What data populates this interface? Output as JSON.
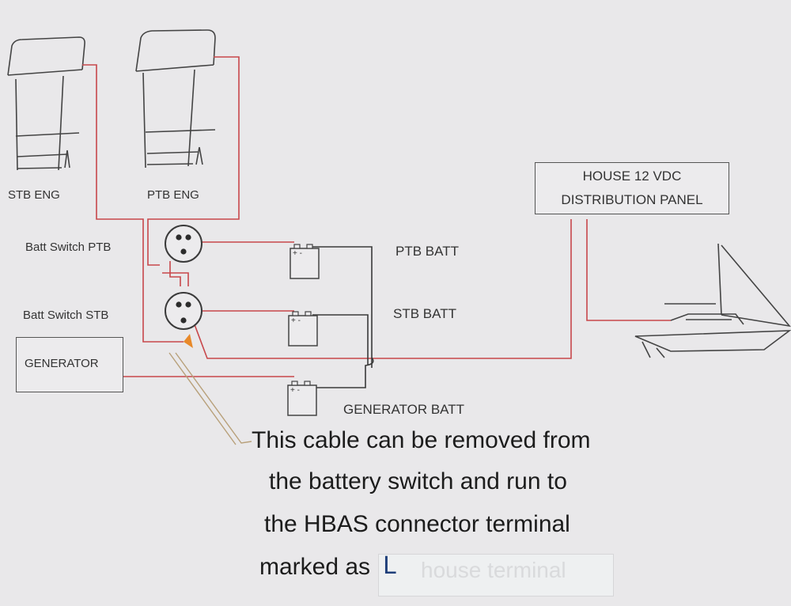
{
  "labels": {
    "stb_eng": "STB ENG",
    "ptb_eng": "PTB ENG",
    "batt_switch_ptb": "Batt Switch PTB",
    "batt_switch_stb": "Batt Switch STB",
    "generator": "GENERATOR",
    "ptb_batt": "PTB BATT",
    "stb_batt": "STB BATT",
    "generator_batt": "GENERATOR BATT",
    "house_panel_line1": "HOUSE 12 VDC",
    "house_panel_line2": "DISTRIBUTION PANEL",
    "battery_terminals": "+ -"
  },
  "caption": {
    "line1": "This cable can be removed from",
    "line2": "the battery switch and run to",
    "line3": "the HBAS connector terminal",
    "line4": "marked as",
    "handwritten": "L",
    "covered_text": "house terminal"
  },
  "colors": {
    "cable_red": "#c8474b",
    "wire_black": "#3a3a3a",
    "arrow_orange": "#e8892a",
    "leader_tan": "#b8a07a"
  }
}
